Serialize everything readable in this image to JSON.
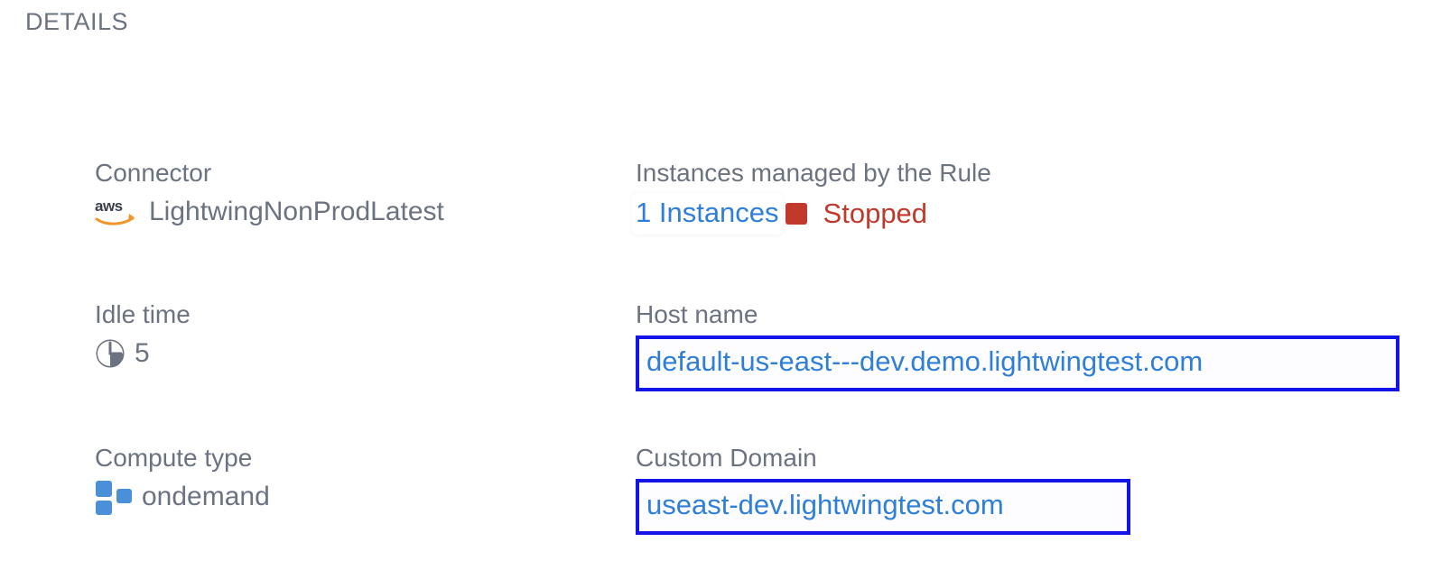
{
  "section": {
    "title": "DETAILS"
  },
  "colors": {
    "label": "#6b7280",
    "value": "#6b7280",
    "link": "#2f7ed8",
    "status_stopped": "#c0392b",
    "annotation_border": "#1414e8",
    "compute_icon": "#4a90d9",
    "aws_orange": "#f0962d",
    "aws_dark": "#3a3f4b",
    "background": "#ffffff"
  },
  "left_column": {
    "connector": {
      "label": "Connector",
      "icon": "aws-logo-icon",
      "value": "LightwingNonProdLatest"
    },
    "idle_time": {
      "label": "Idle time",
      "icon": "clock-pie-icon",
      "value": "5"
    },
    "compute_type": {
      "label": "Compute type",
      "icon": "compute-blocks-icon",
      "value": "ondemand"
    }
  },
  "right_column": {
    "instances": {
      "label": "Instances managed by the Rule",
      "count_link": "1 Instances",
      "status_icon": "stopped-square-icon",
      "status": "Stopped"
    },
    "host_name": {
      "label": "Host name",
      "value": "default-us-east---dev.demo.lightwingtest.com"
    },
    "custom_domain": {
      "label": "Custom Domain",
      "value": "useast-dev.lightwingtest.com"
    }
  }
}
